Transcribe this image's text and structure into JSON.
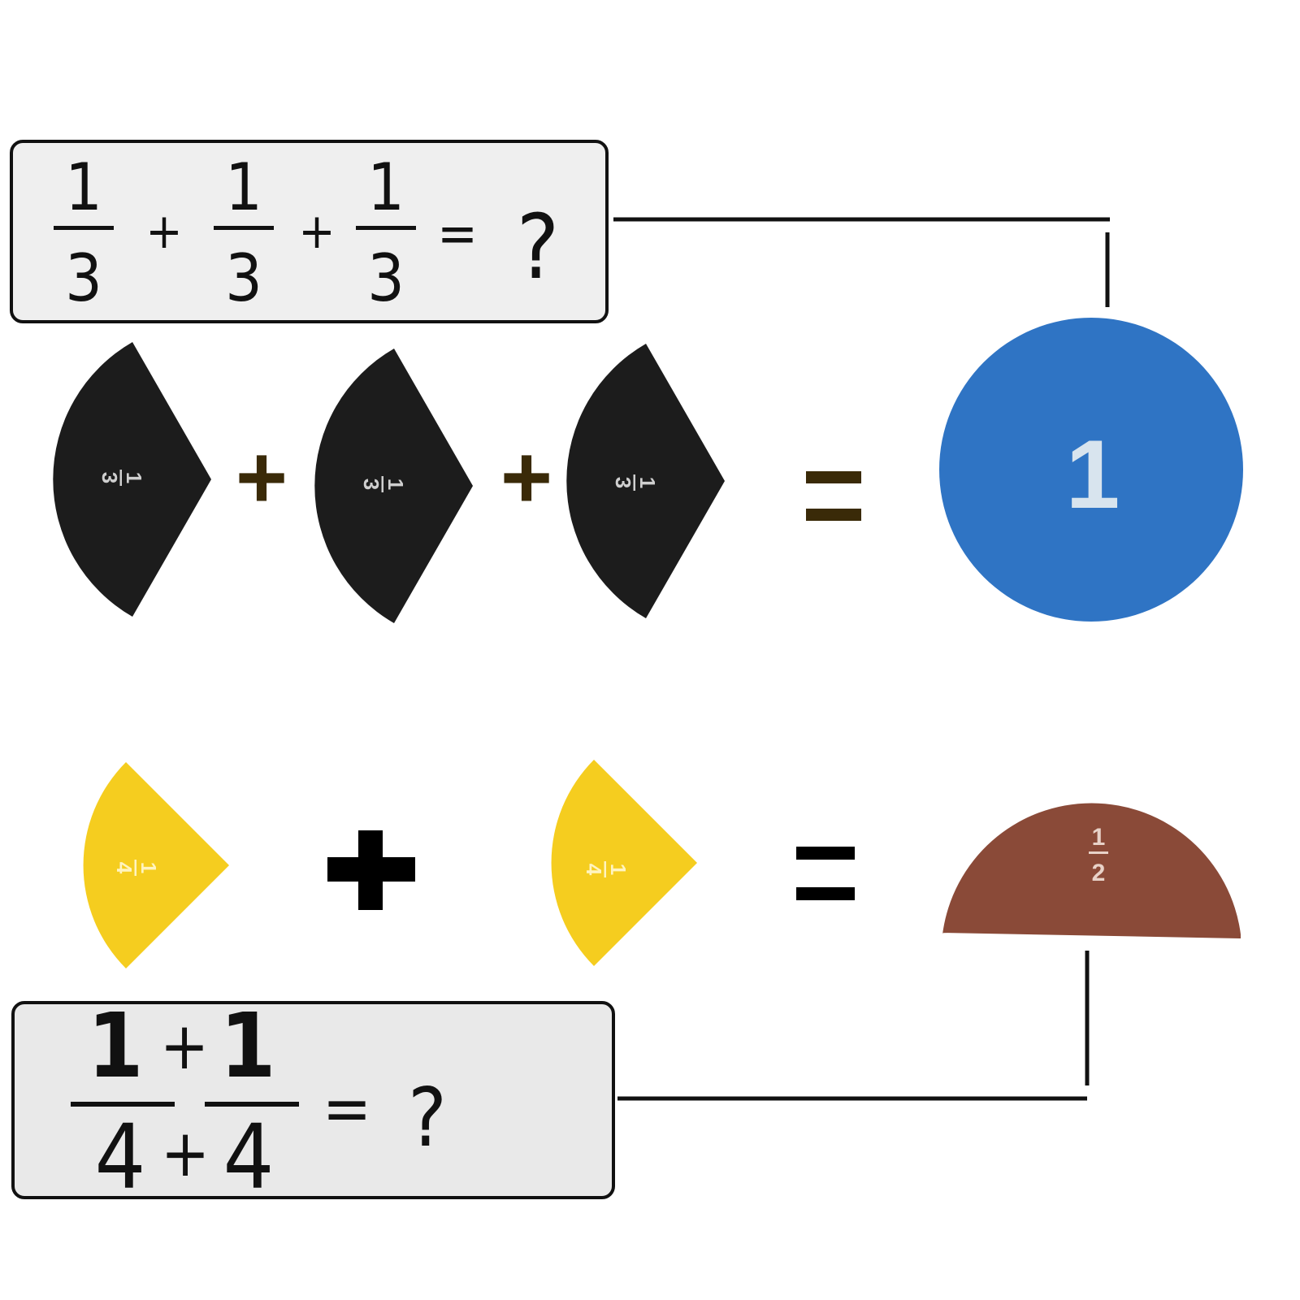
{
  "top_equation": {
    "fractions": [
      {
        "numerator": "1",
        "denominator": "3"
      },
      {
        "numerator": "1",
        "denominator": "3"
      },
      {
        "numerator": "1",
        "denominator": "3"
      }
    ],
    "plus": "+",
    "equals": "=",
    "answer": "?"
  },
  "top_pieces": {
    "third_label_num": "1",
    "third_label_den": "3",
    "whole_label": "1",
    "plus": "+",
    "colors": {
      "third": "#1c1c1c",
      "whole": "#2f74c4",
      "operator": "#3a2a08"
    }
  },
  "bottom_pieces": {
    "quarter_label_num": "1",
    "quarter_label_den": "4",
    "half_label_num": "1",
    "half_label_den": "2",
    "colors": {
      "quarter": "#f5cd1f",
      "half": "#8a4a38",
      "operator": "#000000"
    }
  },
  "bottom_equation": {
    "num_left": "1",
    "num_plus": "+",
    "num_right": "1",
    "den_left": "4",
    "den_plus": "+",
    "den_right": "4",
    "equals": "=",
    "answer": "?"
  }
}
